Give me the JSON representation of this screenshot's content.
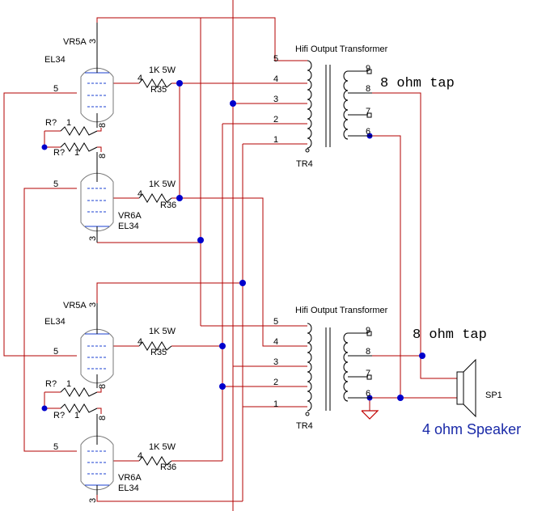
{
  "transformers": [
    {
      "title": "Hifi Output Transformer",
      "ref": "TR4",
      "primary_pins": [
        "5",
        "4",
        "3",
        "2",
        "1"
      ],
      "secondary_pins": [
        "9",
        "8",
        "7",
        "6"
      ],
      "tap_label": "8 ohm tap"
    },
    {
      "title": "Hifi Output Transformer",
      "ref": "TR4",
      "primary_pins": [
        "5",
        "4",
        "3",
        "2",
        "1"
      ],
      "secondary_pins": [
        "9",
        "8",
        "7",
        "6"
      ],
      "tap_label": "8 ohm tap"
    }
  ],
  "tubes": [
    {
      "ref": "VR5A",
      "type": "EL34",
      "pin_top": "3",
      "pin_grid": "5",
      "pin_screen": "4",
      "pin_bottom": "8"
    },
    {
      "ref": "VR6A",
      "type": "EL34",
      "pin_top": "8",
      "pin_grid": "5",
      "pin_screen": "4",
      "pin_bottom": "3"
    },
    {
      "ref": "VR5A",
      "type": "EL34",
      "pin_top": "3",
      "pin_grid": "5",
      "pin_screen": "4",
      "pin_bottom": "8"
    },
    {
      "ref": "VR6A",
      "type": "EL34",
      "pin_top": "8",
      "pin_grid": "5",
      "pin_screen": "4",
      "pin_bottom": "3"
    }
  ],
  "screen_resistors": [
    {
      "value": "1K 5W",
      "ref": "R35",
      "pin": "4"
    },
    {
      "value": "1K 5W",
      "ref": "R36",
      "pin": "4"
    },
    {
      "value": "1K 5W",
      "ref": "R35",
      "pin": "4"
    },
    {
      "value": "1K 5W",
      "ref": "R36",
      "pin": "4"
    }
  ],
  "cathode_resistors": [
    {
      "ref": "R?",
      "pin": "1"
    },
    {
      "ref": "R?",
      "pin": "1"
    },
    {
      "ref": "R?",
      "pin": "1"
    },
    {
      "ref": "R?",
      "pin": "1"
    }
  ],
  "speaker": {
    "ref": "SP1",
    "label": "4 ohm Speaker"
  },
  "colors": {
    "wire": "#b30000",
    "junction": "#0000cc",
    "speaker_label": "#1a2aa8"
  }
}
